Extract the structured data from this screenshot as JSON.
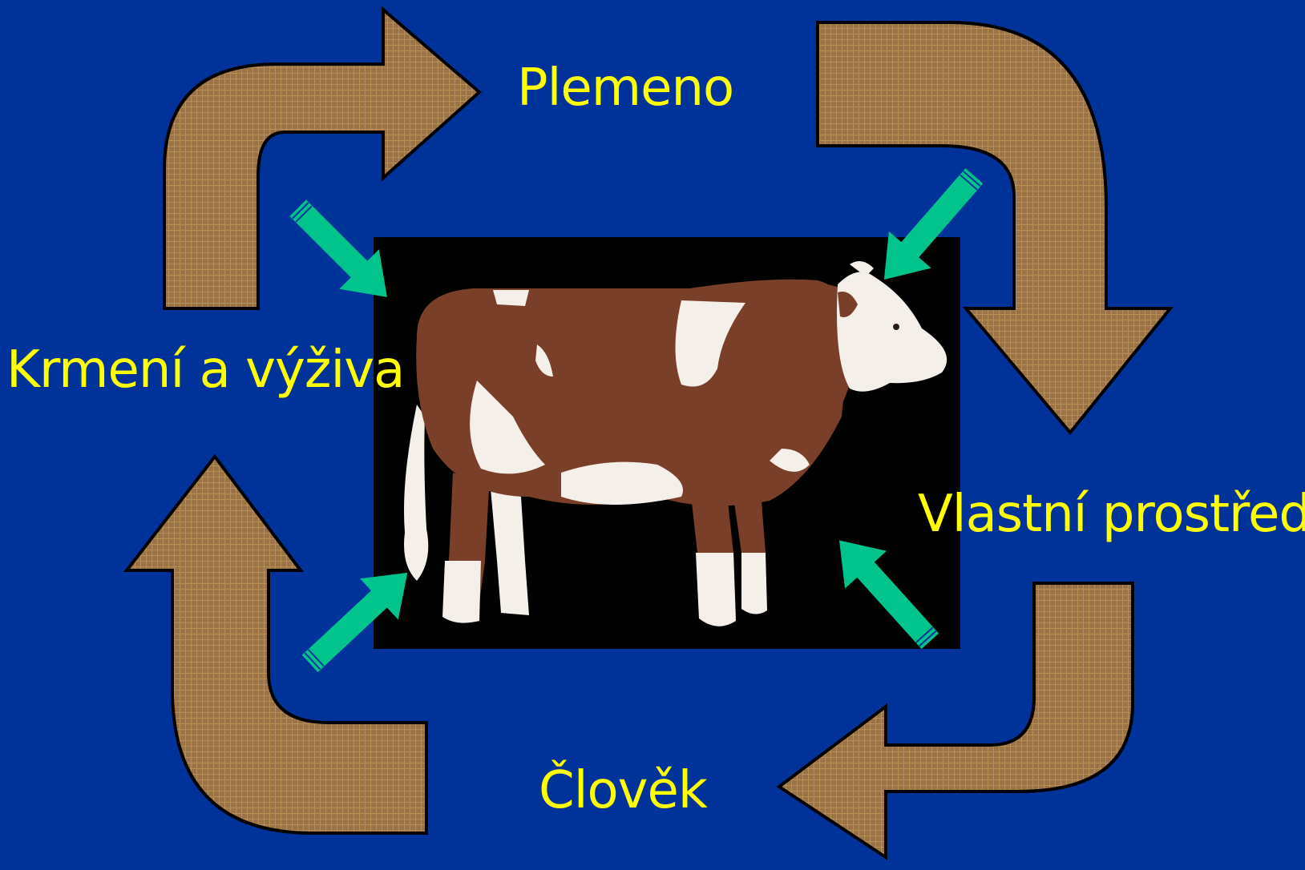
{
  "colors": {
    "background": "#003399",
    "label_text": "#ffff00",
    "cycle_arrow_fill": "#9a7447",
    "cycle_arrow_grid": "#b98f57",
    "cycle_arrow_stroke": "#000000",
    "pointer_arrow_fill": "#00c48c",
    "photo_background": "#000000",
    "cow_brown": "#7a3f28",
    "cow_white": "#f4efe9"
  },
  "labels": {
    "top": "Plemeno",
    "left": "Krmení a výživa",
    "right": "Vlastní prostředí",
    "bottom": "Člověk"
  },
  "image": {
    "subject": "cow-photo"
  },
  "icons": [
    "cycle-arrow",
    "pointer-arrow"
  ]
}
